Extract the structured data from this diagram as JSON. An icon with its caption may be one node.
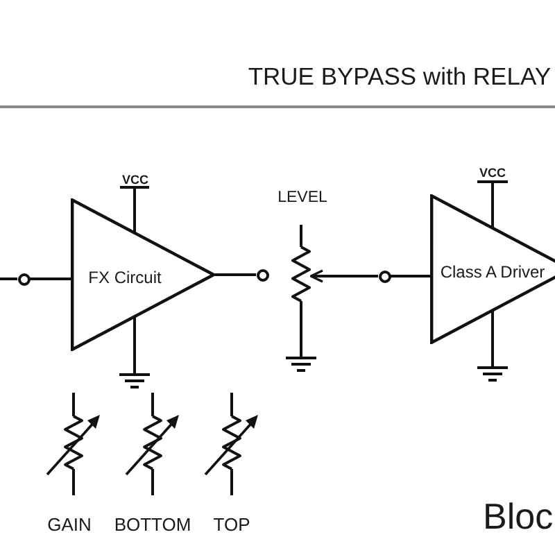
{
  "diagram": {
    "title": "TRUE BYPASS with RELAY",
    "nodes": [
      {
        "text": [],
        "shape": "circle"
      },
      {
        "text": [
          "FX Circuit"
        ]
      },
      {
        "text": [],
        "shape": "circle"
      },
      {
        "text": [],
        "shape": "potentiometer"
      },
      {
        "text": [],
        "shape": "circle"
      },
      {
        "text": [
          "Class A Driver"
        ]
      }
    ],
    "edges": [
      {
        "from": null,
        "to": 0,
        "arrow": "none"
      },
      {
        "from": 0,
        "to": 1,
        "arrow": "none"
      },
      {
        "from": 1,
        "to": 2,
        "arrow": "none"
      },
      {
        "from": 4,
        "to": 3,
        "arrow": "to"
      },
      {
        "from": 4,
        "to": 5,
        "arrow": "none"
      }
    ],
    "labels": [
      "VCC",
      "LEVEL",
      "VCC",
      "GAIN",
      "BOTTOM",
      "TOP",
      "Bloc"
    ]
  }
}
